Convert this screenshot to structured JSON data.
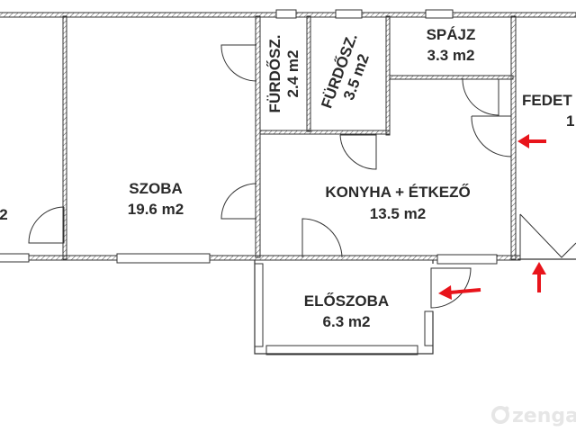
{
  "rooms": {
    "left_room": {
      "area_fragment": "2"
    },
    "szoba": {
      "name": "SZOBA",
      "area": "19.6 m2"
    },
    "furdo1": {
      "name": "FÜRDŐSZ.",
      "area": "2.4 m2"
    },
    "furdo2": {
      "name": "FÜRDŐSZ.",
      "area": "3.5 m2"
    },
    "spajz": {
      "name": "SPÁJZ",
      "area": "3.3 m2"
    },
    "konyha": {
      "name": "KONYHA +  ÉTKEZŐ",
      "area": "13.5 m2"
    },
    "eloszoba": {
      "name": "ELŐSZOBA",
      "area": "6.3 m2"
    },
    "fedett": {
      "name_fragment": "FEDET",
      "area_fragment": "1"
    }
  },
  "watermark": {
    "text": "zenga"
  },
  "colors": {
    "wall": "#333333",
    "arrow": "#e8141b",
    "text": "#2a2a2a",
    "watermark": "#e6e6e6"
  },
  "entry_arrows": [
    "left",
    "left",
    "up"
  ]
}
